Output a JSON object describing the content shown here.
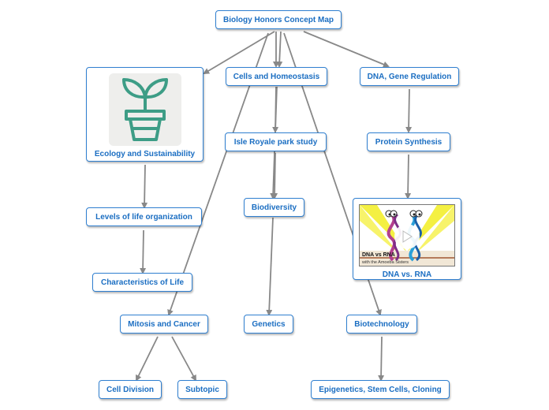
{
  "map": {
    "root": "Biology Honors Concept Map",
    "cells": "Cells and Homeostasis",
    "dna_gene": "DNA, Gene Regulation",
    "ecology": "Ecology and Sustainability",
    "isle_royale": "Isle Royale park study",
    "protein_synthesis": "Protein Synthesis",
    "biodiversity": "Biodiversity",
    "levels": "Levels of life organization",
    "dna_vs_rna": "DNA vs. RNA",
    "characteristics": "Characteristics of Life",
    "mitosis": "Mitosis and Cancer",
    "genetics": "Genetics",
    "biotech": "Biotechnology",
    "cell_division": "Cell Division",
    "subtopic": "Subtopic",
    "epigenetics": "Epigenetics, Stem Cells, Cloning"
  },
  "video": {
    "title": "DNA vs RNA",
    "subtitle": "with the Amoeba Sisters"
  },
  "colors": {
    "node_border": "#2f7fd0",
    "node_text": "#1b6ec2",
    "edge": "#888888",
    "plant_icon": "#3d9d86"
  },
  "icons": [
    "plant-pot-icon",
    "play-icon"
  ]
}
